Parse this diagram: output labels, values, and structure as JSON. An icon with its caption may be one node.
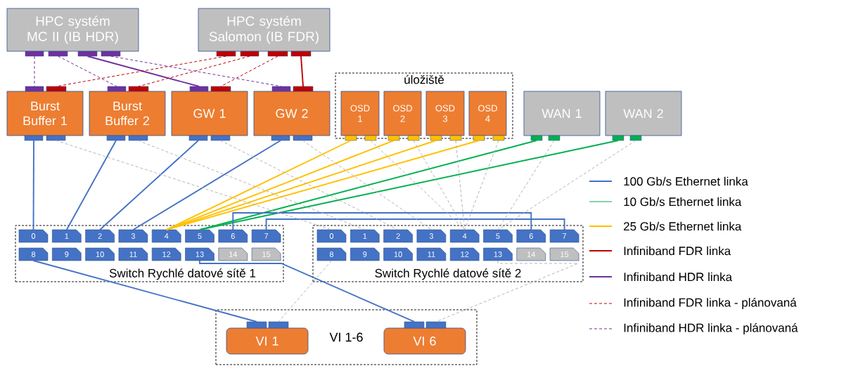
{
  "diagram": {
    "nodes": [
      {
        "text": [
          "HPC systém MC II (IB HDR)"
        ]
      },
      {
        "text": [
          "HPC systém Salomon (IB FDR)"
        ]
      },
      {
        "text": [
          "Burst Buffer 1"
        ]
      },
      {
        "text": [
          "Burst Buffer 2"
        ]
      },
      {
        "text": [
          "GW 1"
        ]
      },
      {
        "text": [
          "GW 2"
        ]
      },
      {
        "text": [
          "úložiště"
        ]
      },
      {
        "text": [
          "OSD 1"
        ],
        "in": 6
      },
      {
        "text": [
          "OSD 2"
        ],
        "in": 6
      },
      {
        "text": [
          "OSD 3"
        ],
        "in": 6
      },
      {
        "text": [
          "OSD 4"
        ],
        "in": 6
      },
      {
        "text": [
          "WAN 1"
        ]
      },
      {
        "text": [
          "WAN 2"
        ]
      },
      {
        "text": [
          "Switch Rychlé datové sítě 1"
        ]
      },
      {
        "text": [
          "0"
        ],
        "in": 13
      },
      {
        "text": [
          "1"
        ],
        "in": 13
      },
      {
        "text": [
          "2"
        ],
        "in": 13
      },
      {
        "text": [
          "3"
        ],
        "in": 13
      },
      {
        "text": [
          "4"
        ],
        "in": 13
      },
      {
        "text": [
          "5"
        ],
        "in": 13
      },
      {
        "text": [
          "6"
        ],
        "in": 13
      },
      {
        "text": [
          "7"
        ],
        "in": 13
      },
      {
        "text": [
          "8"
        ],
        "in": 13
      },
      {
        "text": [
          "9"
        ],
        "in": 13
      },
      {
        "text": [
          "10"
        ],
        "in": 13
      },
      {
        "text": [
          "11"
        ],
        "in": 13
      },
      {
        "text": [
          "12"
        ],
        "in": 13
      },
      {
        "text": [
          "13"
        ],
        "in": 13
      },
      {
        "text": [
          "14"
        ],
        "in": 13
      },
      {
        "text": [
          "15"
        ],
        "in": 13
      },
      {
        "text": [
          "Switch Rychlé datové sítě 2"
        ]
      },
      {
        "text": [
          "0"
        ],
        "in": 30
      },
      {
        "text": [
          "1"
        ],
        "in": 30
      },
      {
        "text": [
          "2"
        ],
        "in": 30
      },
      {
        "text": [
          "3"
        ],
        "in": 30
      },
      {
        "text": [
          "4"
        ],
        "in": 30
      },
      {
        "text": [
          "5"
        ],
        "in": 30
      },
      {
        "text": [
          "6"
        ],
        "in": 30
      },
      {
        "text": [
          "7"
        ],
        "in": 30
      },
      {
        "text": [
          "8"
        ],
        "in": 30
      },
      {
        "text": [
          "9"
        ],
        "in": 30
      },
      {
        "text": [
          "10"
        ],
        "in": 30
      },
      {
        "text": [
          "11"
        ],
        "in": 30
      },
      {
        "text": [
          "12"
        ],
        "in": 30
      },
      {
        "text": [
          "13"
        ],
        "in": 30
      },
      {
        "text": [
          "14"
        ],
        "in": 30
      },
      {
        "text": [
          "15"
        ],
        "in": 30
      },
      {
        "text": [
          "VI 1-6"
        ]
      },
      {
        "text": [
          "VI 1"
        ],
        "in": 47
      },
      {
        "text": [
          "VI 6"
        ],
        "in": 47
      },
      {
        "text": [],
        "shape": "box"
      },
      {
        "text": [],
        "shape": "box"
      },
      {
        "text": [],
        "shape": "box"
      },
      {
        "text": [],
        "shape": "box"
      },
      {
        "text": [],
        "shape": "box"
      },
      {
        "text": [],
        "shape": "box"
      },
      {
        "text": [],
        "shape": "box"
      },
      {
        "text": [],
        "shape": "box"
      },
      {
        "text": [],
        "shape": "box"
      },
      {
        "text": [],
        "shape": "box"
      },
      {
        "text": [],
        "shape": "box"
      },
      {
        "text": [],
        "shape": "box"
      },
      {
        "text": [],
        "shape": "box"
      },
      {
        "text": [],
        "shape": "box"
      },
      {
        "text": [],
        "shape": "box"
      },
      {
        "text": [],
        "shape": "box"
      },
      {
        "text": [],
        "shape": "box"
      },
      {
        "text": [],
        "shape": "box"
      },
      {
        "text": [],
        "shape": "box"
      },
      {
        "text": [],
        "shape": "box"
      },
      {
        "text": [],
        "shape": "box"
      },
      {
        "text": [],
        "shape": "box"
      },
      {
        "text": [],
        "shape": "box"
      },
      {
        "text": [],
        "shape": "box"
      },
      {
        "text": [],
        "shape": "box"
      },
      {
        "text": [],
        "shape": "box"
      },
      {
        "text": [],
        "shape": "box"
      },
      {
        "text": [],
        "shape": "box"
      },
      {
        "text": [],
        "shape": "box"
      },
      {
        "text": [],
        "shape": "box"
      },
      {
        "text": [],
        "shape": "box"
      },
      {
        "text": [],
        "shape": "box"
      },
      {
        "text": [],
        "shape": "box"
      },
      {
        "text": [],
        "shape": "box"
      },
      {
        "text": [],
        "shape": "box"
      },
      {
        "text": [],
        "shape": "box"
      },
      {
        "text": [],
        "shape": "box",
        "in": 47
      },
      {
        "text": [],
        "shape": "box",
        "in": 47
      },
      {
        "text": [],
        "shape": "box",
        "in": 47
      },
      {
        "text": [],
        "shape": "box",
        "in": 47
      }
    ],
    "edges": [
      {
        "from": 50,
        "to": 58,
        "arrow": "none",
        "style": "dashed",
        "color": "#7030a0"
      },
      {
        "from": 51,
        "to": 62,
        "arrow": "none",
        "style": "dashed",
        "color": "#7030a0"
      },
      {
        "from": 52,
        "to": 66,
        "arrow": "none",
        "color": "#7030a0"
      },
      {
        "from": 53,
        "to": 70,
        "arrow": "none",
        "style": "dashed",
        "color": "#7030a0"
      },
      {
        "from": 54,
        "to": 59,
        "arrow": "none",
        "style": "dashed",
        "color": "#c00000"
      },
      {
        "from": 55,
        "to": 63,
        "arrow": "none",
        "style": "dashed",
        "color": "#c00000"
      },
      {
        "from": 56,
        "to": 67,
        "arrow": "none",
        "style": "dashed",
        "color": "#c00000"
      },
      {
        "from": 57,
        "to": 71,
        "arrow": "none",
        "color": "#c00000"
      },
      {
        "from": 60,
        "to": 14,
        "arrow": "none",
        "color": "#4472c4"
      },
      {
        "from": 64,
        "to": 15,
        "arrow": "none",
        "color": "#4472c4"
      },
      {
        "from": 68,
        "to": 16,
        "arrow": "none",
        "color": "#4472c4"
      },
      {
        "from": 72,
        "to": 17,
        "arrow": "none",
        "color": "#4472c4"
      },
      {
        "from": 74,
        "to": 18,
        "arrow": "none",
        "color": "#ffc000"
      },
      {
        "from": 76,
        "to": 18,
        "arrow": "none",
        "color": "#ffc000"
      },
      {
        "from": 78,
        "to": 18,
        "arrow": "none",
        "color": "#ffc000"
      },
      {
        "from": 80,
        "to": 18,
        "arrow": "none",
        "color": "#ffc000"
      },
      {
        "from": 82,
        "to": 19,
        "arrow": "none",
        "color": "#00b050"
      },
      {
        "from": 84,
        "to": 19,
        "arrow": "none",
        "color": "#00b050"
      },
      {
        "from": 20,
        "to": 37,
        "arrow": "none",
        "color": "#4472c4"
      },
      {
        "from": 21,
        "to": 38,
        "arrow": "none",
        "color": "#4472c4"
      },
      {
        "from": 61,
        "to": 31,
        "arrow": "none",
        "style": "dashed",
        "color": "#b4b4b4"
      },
      {
        "from": 65,
        "to": 32,
        "arrow": "none",
        "style": "dashed",
        "color": "#b4b4b4"
      },
      {
        "from": 69,
        "to": 33,
        "arrow": "none",
        "style": "dashed",
        "color": "#b4b4b4"
      },
      {
        "from": 73,
        "to": 34,
        "arrow": "none",
        "style": "dashed",
        "color": "#b4b4b4"
      },
      {
        "from": 75,
        "to": 35,
        "arrow": "none",
        "style": "dashed",
        "color": "#b4b4b4"
      },
      {
        "from": 77,
        "to": 35,
        "arrow": "none",
        "style": "dashed",
        "color": "#b4b4b4"
      },
      {
        "from": 79,
        "to": 35,
        "arrow": "none",
        "style": "dashed",
        "color": "#b4b4b4"
      },
      {
        "from": 81,
        "to": 35,
        "arrow": "none",
        "style": "dashed",
        "color": "#b4b4b4"
      },
      {
        "from": 83,
        "to": 36,
        "arrow": "none",
        "style": "dashed",
        "color": "#b4b4b4"
      },
      {
        "from": 85,
        "to": 36,
        "arrow": "none",
        "style": "dashed",
        "color": "#b4b4b4"
      },
      {
        "from": 22,
        "to": 86,
        "arrow": "none",
        "color": "#4472c4"
      },
      {
        "from": 27,
        "to": 88,
        "arrow": "none",
        "color": "#4472c4"
      },
      {
        "from": 39,
        "to": 87,
        "arrow": "none",
        "style": "dashed",
        "color": "#b4b4b4"
      },
      {
        "from": 44,
        "to": 89,
        "arrow": "none",
        "style": "dashed",
        "color": "#b4b4b4"
      }
    ],
    "legend": [
      {
        "text": "100 Gb/s Ethernet linka"
      },
      {
        "text": "10 Gb/s Ethernet linka"
      },
      {
        "text": "25 Gb/s Ethernet linka"
      },
      {
        "text": "Infiniband FDR linka"
      },
      {
        "text": "Infiniband HDR linka"
      },
      {
        "text": "Infiniband FDR linka - plánovaná"
      },
      {
        "text": "Infiniband HDR linka - plánovaná"
      }
    ]
  }
}
